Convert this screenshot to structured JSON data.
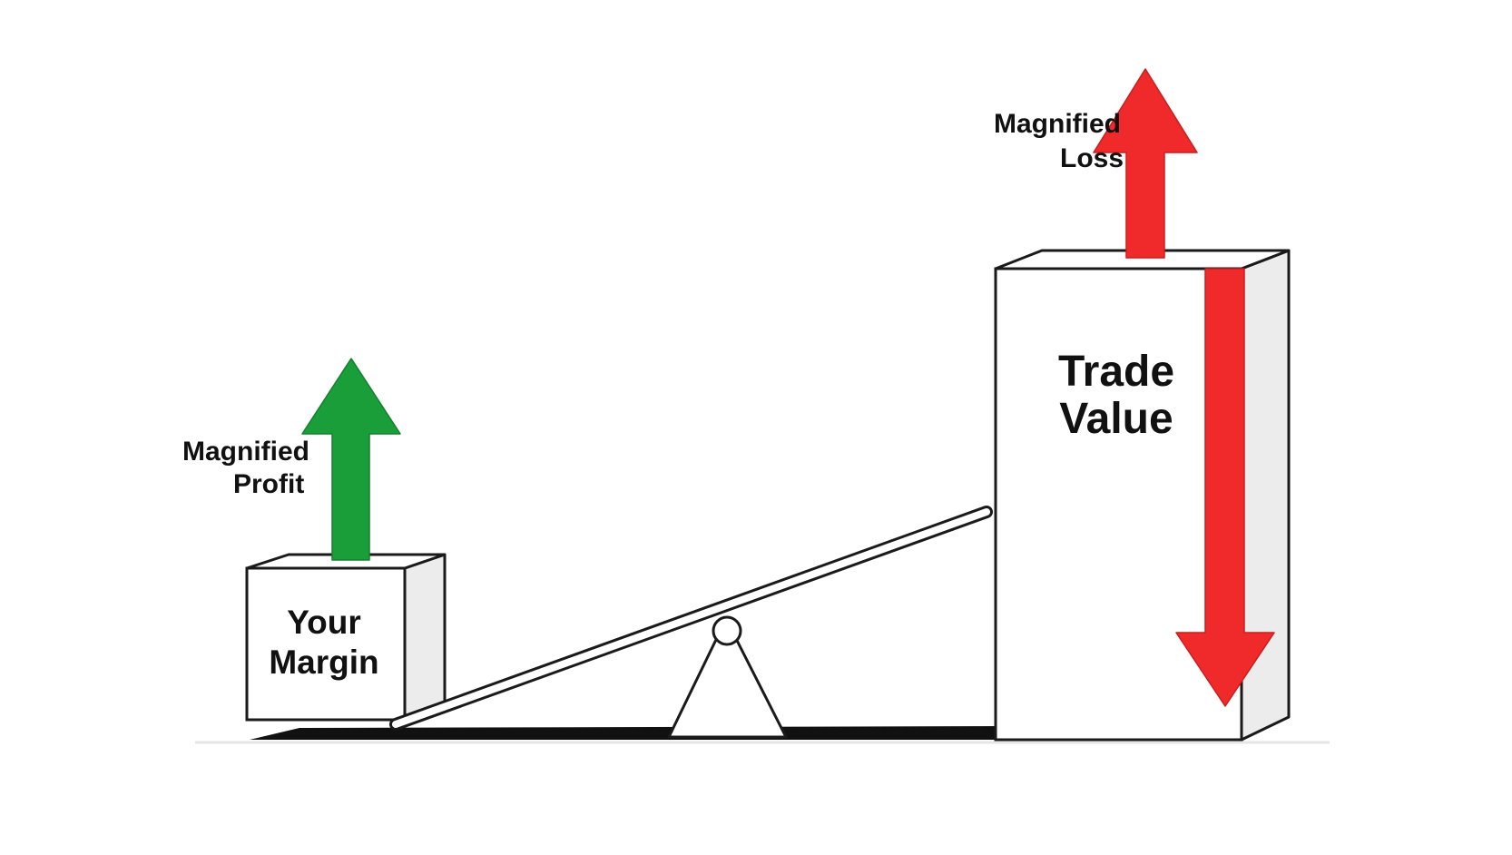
{
  "labels": {
    "profit_line1": "Magnified",
    "profit_line2": "Profit",
    "loss_line1": "Magnified",
    "loss_line2": "Loss",
    "margin_line1": "Your",
    "margin_line2": "Margin",
    "trade_line1": "Trade",
    "trade_line2": "Value"
  },
  "colors": {
    "profit_arrow": "#1a9e3a",
    "loss_arrow": "#f02a2a",
    "outline": "#1a1a1a",
    "box_face": "#ffffff",
    "box_side": "#ececec",
    "ground": "#111111"
  },
  "icons": {
    "profit": "arrow-up-icon",
    "loss_up": "arrow-up-icon",
    "loss_down": "arrow-down-icon"
  }
}
